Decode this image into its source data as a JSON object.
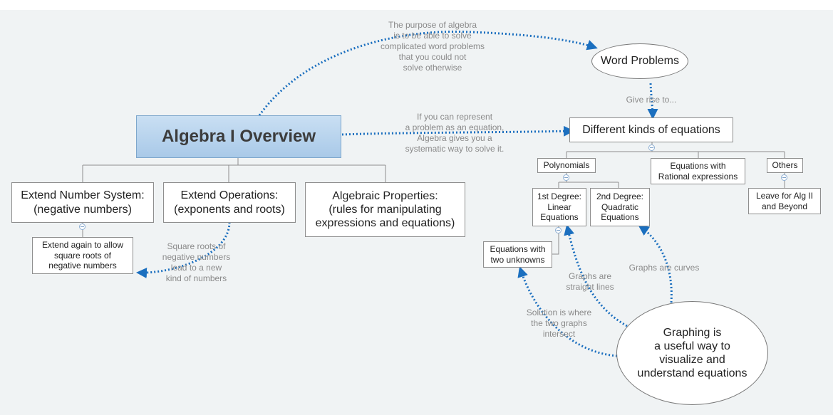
{
  "nodes": {
    "central": "Algebra I Overview",
    "word_problems": "Word Problems",
    "different_equations": "Different kinds of equations",
    "extend_number": "Extend Number System:\n(negative numbers)",
    "extend_operations": "Extend Operations:\n(exponents and roots)",
    "algebraic_properties": "Algebraic Properties:\n(rules for manipulating\nexpressions and equations)",
    "extend_again": "Extend again to allow\nsquare roots of\nnegative numbers",
    "polynomials": "Polynomials",
    "rational": "Equations with\nRational expressions",
    "others": "Others",
    "first_degree": "1st Degree:\nLinear\nEquations",
    "second_degree": "2nd Degree:\nQuadratic\nEquations",
    "two_unknowns": "Equations with\ntwo unknowns",
    "leave_for": "Leave for Alg II\nand Beyond",
    "graphing": "Graphing is\na useful way to\nvisualize and\nunderstand equations"
  },
  "labels": {
    "purpose": "The purpose of algebra\nis to be able to solve\ncomplicated word problems\nthat you could not\nsolve otherwise",
    "represent": "If you can represent\na problem as an equation,\nAlgebra gives you a\nsystematic way to solve it.",
    "give_rise": "Give rise to...",
    "square_roots": "Square roots of\nnegative numbers\nlead to a new\nkind of numbers",
    "straight_lines": "Graphs are\nstraight lines",
    "curves": "Graphs are curves",
    "solution": "Solution is where\nthe two graphs\nintersect"
  },
  "colors": {
    "background": "#f0f3f4",
    "central_fill": "#a9c9e8",
    "relationship_line": "#1b6fbf",
    "tree_line": "#8e8e8e",
    "label_text": "#8a8a8a"
  }
}
